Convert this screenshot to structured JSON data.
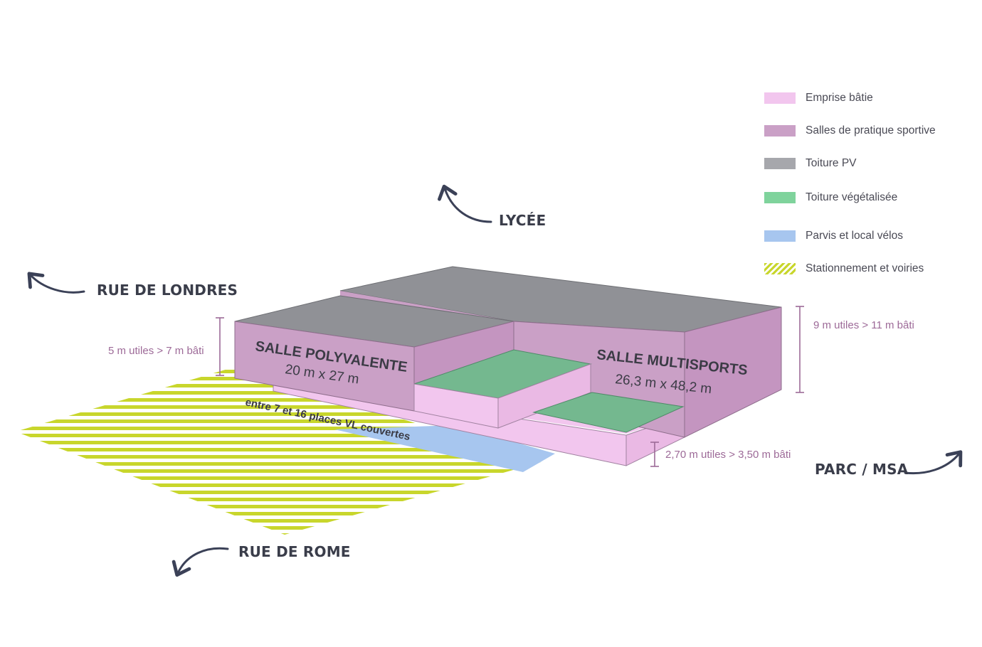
{
  "streets": {
    "north": "LYCÉE",
    "west": "RUE DE LONDRES",
    "south": "RUE DE ROME",
    "east": "PARC / MSA"
  },
  "halls": {
    "polyvalente": {
      "name": "SALLE POLYVALENTE",
      "size": "20 m x 27 m"
    },
    "multisports": {
      "name": "SALLE MULTISPORTS",
      "size": "26,3 m x 48,2 m"
    }
  },
  "dimensions": {
    "polyvalente_height": "5 m utiles > 7 m bâti",
    "multisports_height": "9 m utiles > 11 m bâti",
    "base_height": "2,70 m utiles > 3,50 m bâti"
  },
  "parking_label": "entre 7 et 16 places VL couvertes",
  "legend": [
    {
      "label": "Emprise bâtie",
      "color": "#f2c6ee"
    },
    {
      "label": "Salles de pratique sportive",
      "color": "#caa0c6"
    },
    {
      "label": "Toiture PV",
      "color": "#a6a7ac"
    },
    {
      "label": "Toiture végétalisée",
      "color": "#7fd39c"
    },
    {
      "label": "Parvis et local vélos",
      "color": "#a7c6ef"
    },
    {
      "label": "Stationnement et voiries",
      "color": "#c8d62c",
      "pattern": "hatch"
    }
  ],
  "colors": {
    "arrow": "#3b4157",
    "dimension": "#9d6a98",
    "roof_pv": "#909196",
    "green_roof": "#74b88f"
  }
}
